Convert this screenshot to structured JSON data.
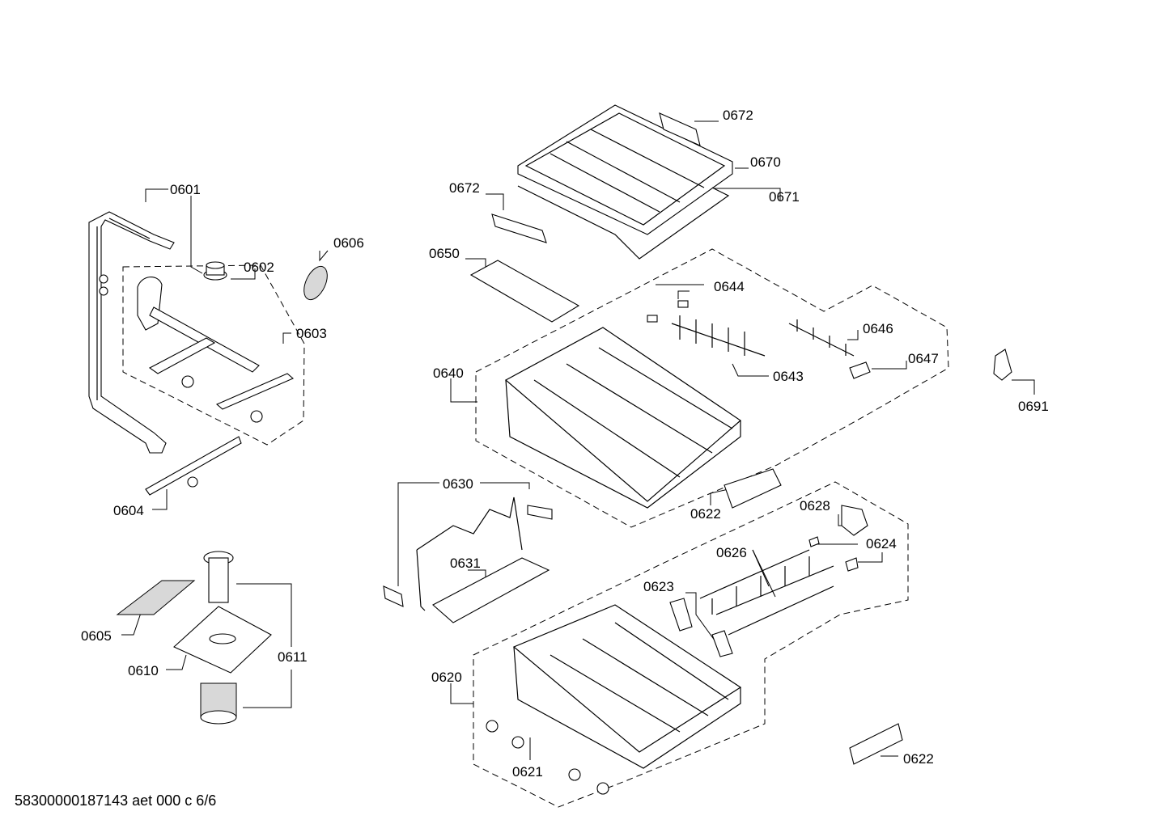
{
  "labels": {
    "p0672a": "0672",
    "p0670": "0670",
    "p0671": "0671",
    "p0672b": "0672",
    "p0601": "0601",
    "p0602": "0602",
    "p0606": "0606",
    "p0603": "0603",
    "p0650": "0650",
    "p0644": "0644",
    "p0646": "0646",
    "p0647": "0647",
    "p0643": "0643",
    "p0691": "0691",
    "p0640": "0640",
    "p0604": "0604",
    "p0630": "0630",
    "p0622a": "0622",
    "p0628": "0628",
    "p0624": "0624",
    "p0626": "0626",
    "p0631": "0631",
    "p0623": "0623",
    "p0605": "0605",
    "p0611": "0611",
    "p0610": "0610",
    "p0620": "0620",
    "p0621": "0621",
    "p0622b": "0622"
  },
  "footer": "58300000187143 aet 000 c 6/6"
}
